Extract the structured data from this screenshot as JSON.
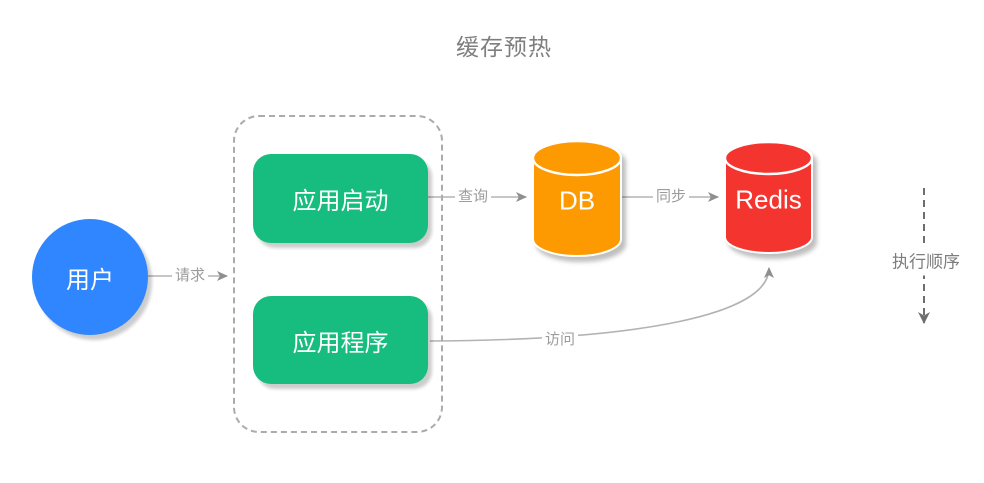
{
  "title": "缓存预热",
  "colors": {
    "user_blue": "#3086FF",
    "app_green": "#16BD7E",
    "db_orange": "#FD9A02",
    "redis_red": "#F4342E",
    "edge_line": "#b3b3b3",
    "edge_label_gray": "#9c9c9c",
    "annotation_gray": "#7d7d7d"
  },
  "nodes": {
    "user": {
      "label": "用户",
      "shape": "circle"
    },
    "app_start": {
      "label": "应用启动",
      "shape": "rounded-rect"
    },
    "app_program": {
      "label": "应用程序",
      "shape": "rounded-rect"
    },
    "db": {
      "label": "DB",
      "shape": "cylinder"
    },
    "redis": {
      "label": "Redis",
      "shape": "cylinder"
    }
  },
  "edges": {
    "request": {
      "label": "请求",
      "from": "user",
      "to": "app-group"
    },
    "query": {
      "label": "查询",
      "from": "app_start",
      "to": "db"
    },
    "sync": {
      "label": "同步",
      "from": "db",
      "to": "redis"
    },
    "access": {
      "label": "访问",
      "from": "app_program",
      "to": "redis"
    }
  },
  "annotation": {
    "label": "执行顺序",
    "direction": "down"
  }
}
